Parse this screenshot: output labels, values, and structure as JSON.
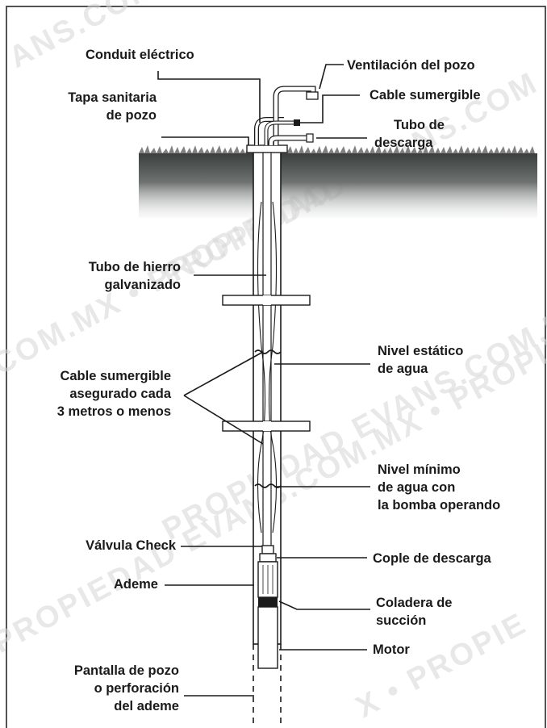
{
  "labels": {
    "conduit": "Conduit eléctrico",
    "ventilacion": "Ventilación del pozo",
    "cable_sumergible": "Cable sumergible",
    "tapa_1": "Tapa sanitaria",
    "tapa_2": "de pozo",
    "tubo_descarga_1": "Tubo de",
    "tubo_descarga_2": "descarga",
    "hierro_1": "Tubo de hierro",
    "hierro_2": "galvanizado",
    "nivel_estatico_1": "Nivel estático",
    "nivel_estatico_2": "de agua",
    "cable_asegurado_1": "Cable sumergible",
    "cable_asegurado_2": "asegurado cada",
    "cable_asegurado_3": "3 metros o menos",
    "nivel_minimo_1": "Nivel mínimo",
    "nivel_minimo_2": "de agua con",
    "nivel_minimo_3": "la bomba operando",
    "valvula": "Válvula Check",
    "cople": "Cople de descarga",
    "ademe": "Ademe",
    "coladera_1": "Coladera de",
    "coladera_2": "succión",
    "motor": "Motor",
    "pantalla_1": "Pantalla de pozo",
    "pantalla_2": "o perforación",
    "pantalla_3": "del ademe"
  },
  "watermark": {
    "text_1": "ANS.COM",
    "text_2": "PROPIEDAD EVANS.COM",
    "text_3": "COM.MX • PROPIEDAD",
    "text_4": "PROPIEDAD EVANS.COM.MX • PR",
    "text_5": "PROPIEDAD EVANS.COM.MX • PROPIE",
    "text_6": "X • PROPIE"
  },
  "colors": {
    "ground_top": "#3a3f3d",
    "ground_bottom": "#c9cccb",
    "grass": "#6b6b6b",
    "line": "#1a1a1a",
    "watermark": "#d6d6d6"
  }
}
